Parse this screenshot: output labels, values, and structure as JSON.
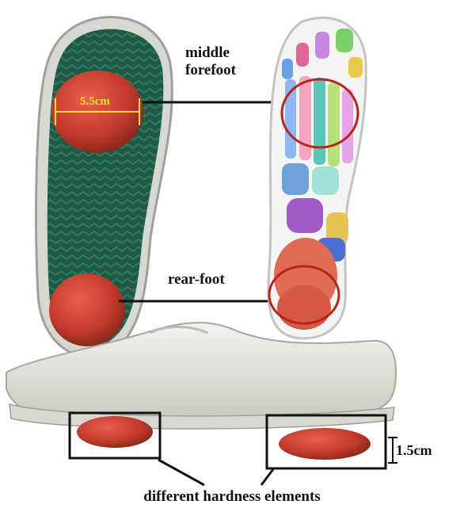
{
  "labels": {
    "middle_forefoot_line1": "middle",
    "middle_forefoot_line2": "forefoot",
    "rear_foot": "rear-foot",
    "diameter": "5.5cm",
    "height": "1.5cm",
    "caption": "different hardness elements"
  },
  "colors": {
    "outsole_green": "#1f5a47",
    "sole_rim": "#cfd2cc",
    "element_red": "#c0392b",
    "dimension_yellow": "#ffdd33",
    "shoe_white": "#e9e8e2"
  }
}
